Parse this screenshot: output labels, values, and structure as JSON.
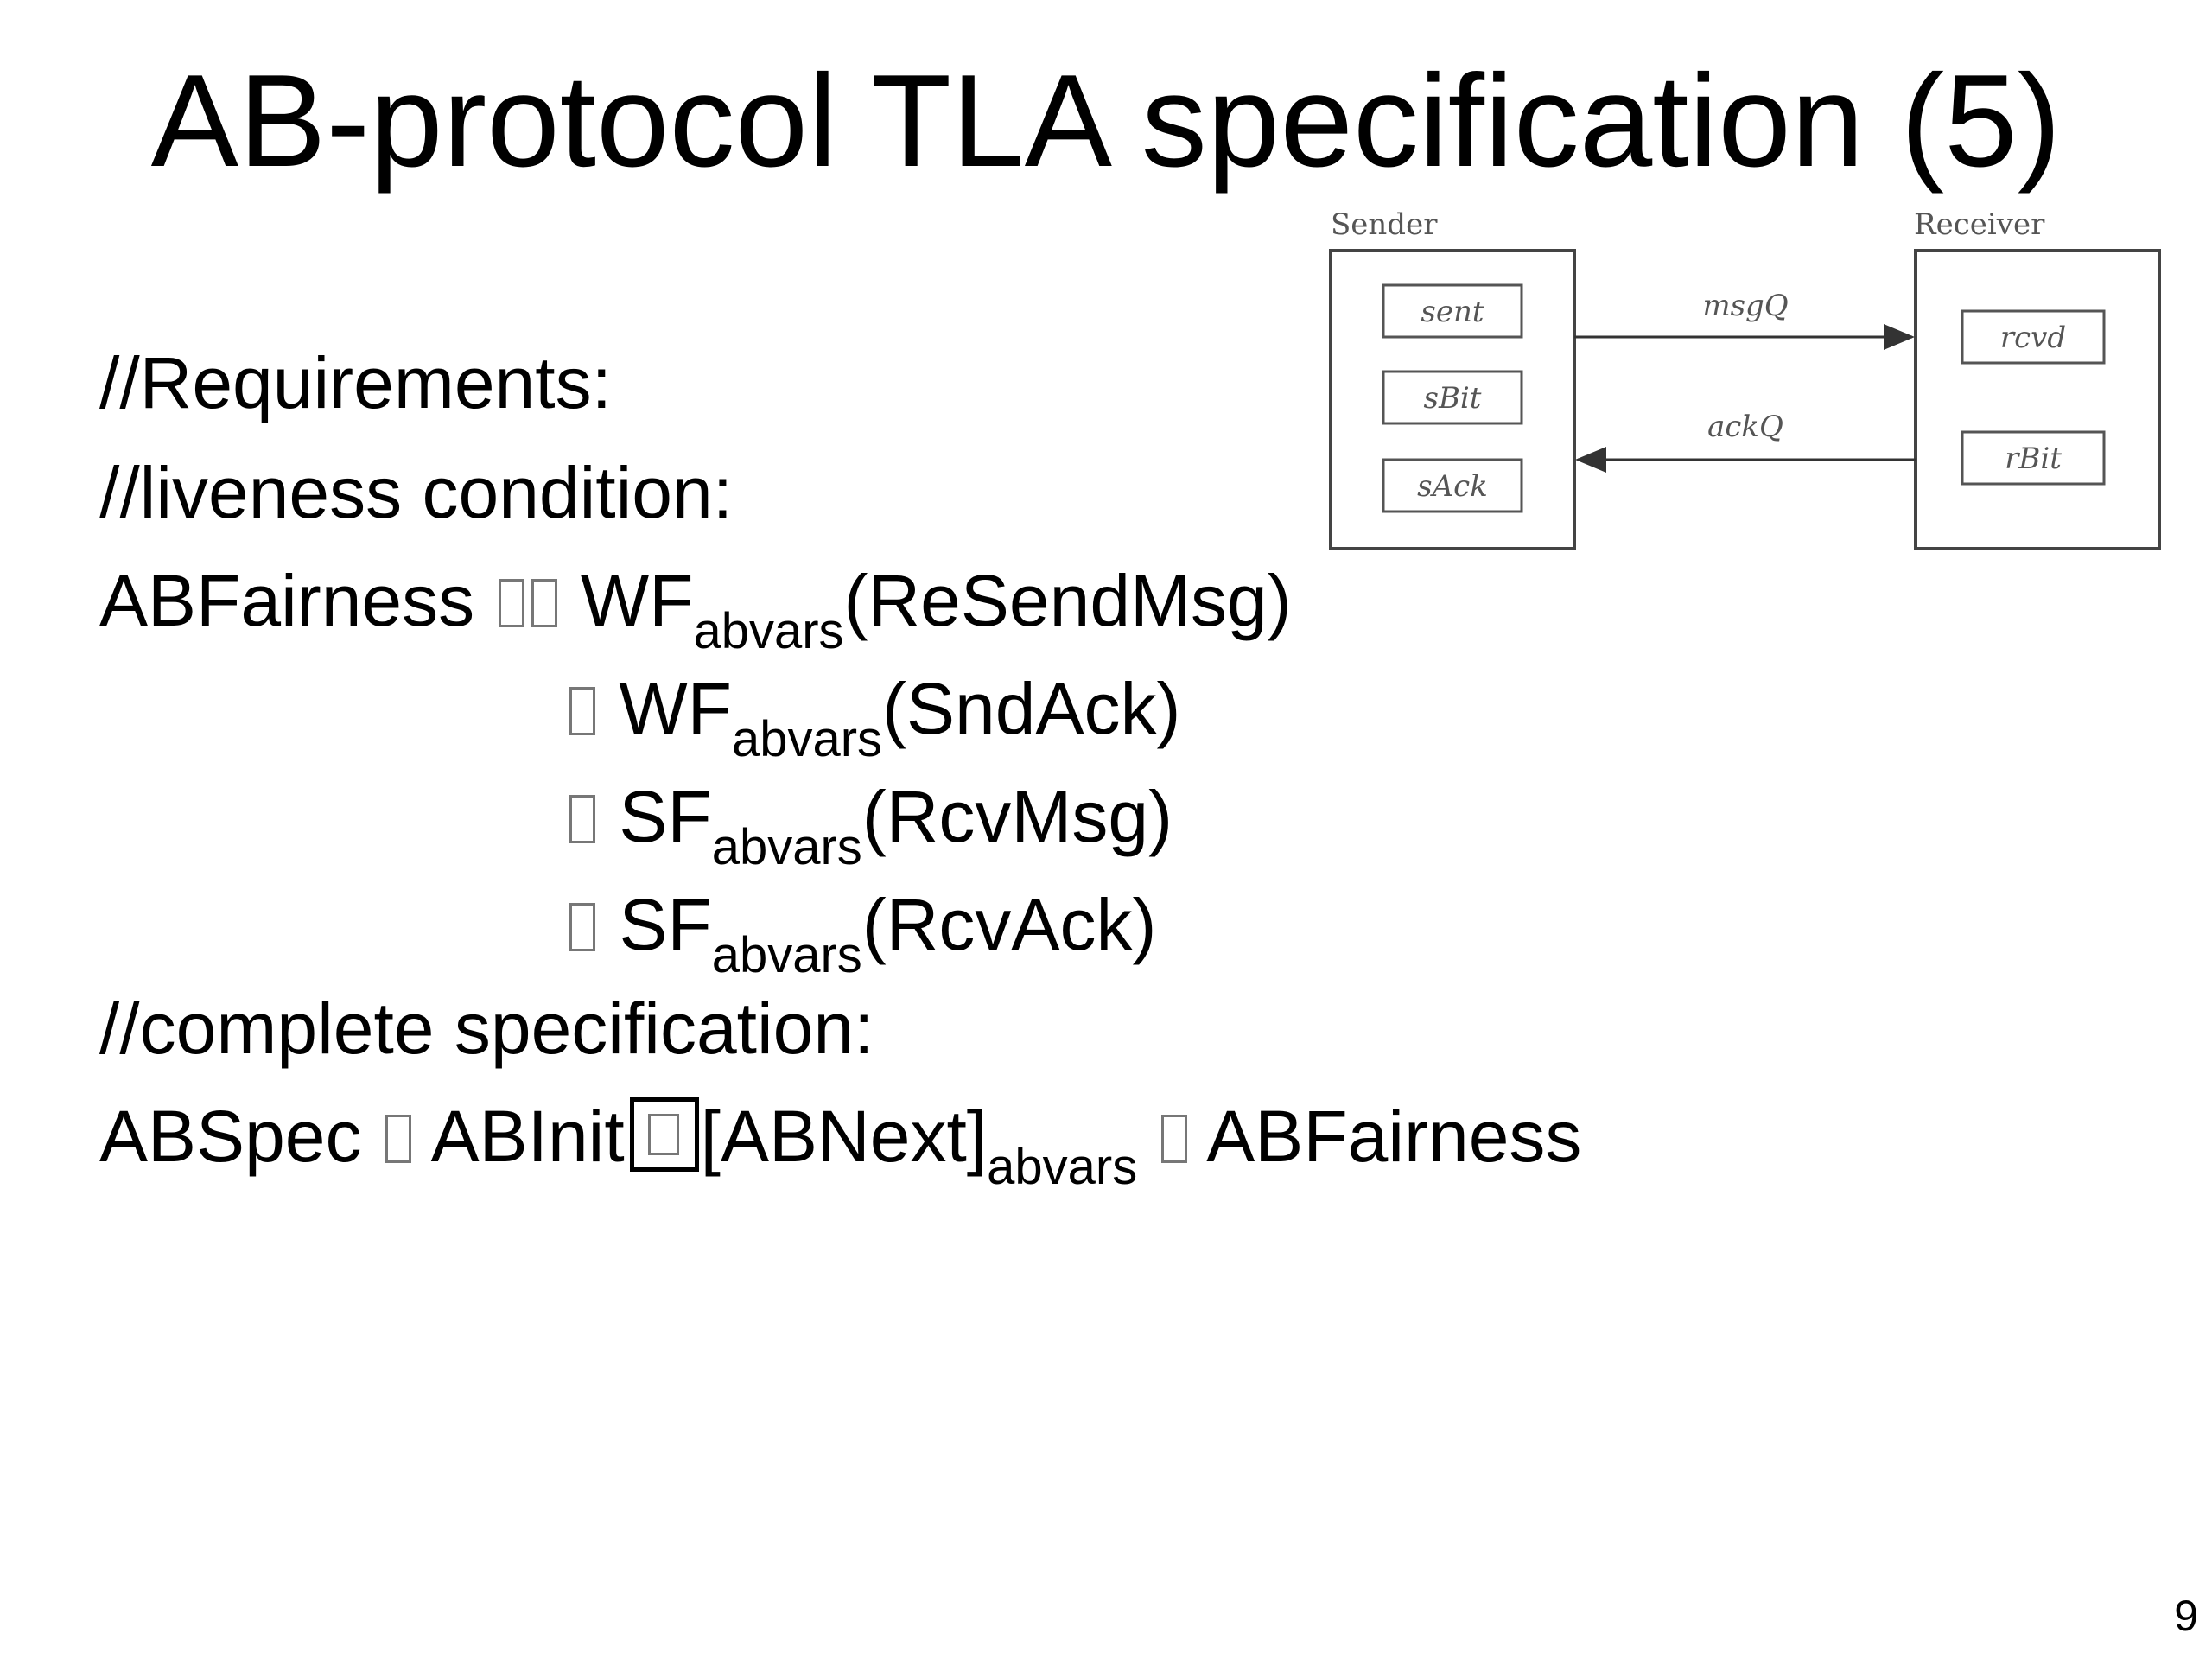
{
  "title": "AB-protocol TLA specification (5)",
  "lines": {
    "requirements": "//Requirements:",
    "liveness": "//liveness condition:",
    "abfairness_name": "ABFairness",
    "wf": "WF",
    "sf": "SF",
    "abvars": "abvars",
    "resendmsg": "(ReSendMsg)",
    "sndack": "(SndAck)",
    "rcvmsg": "(RcvMsg)",
    "rcvack": "(RcvAck)",
    "complete": "//complete specification:",
    "abspec_name": "ABSpec",
    "abinit": "ABInit",
    "abnext": "[ABNext]",
    "abfairness_ref": "ABFairness"
  },
  "diagram": {
    "sender_label": "Sender",
    "receiver_label": "Receiver",
    "sender_vars": [
      "sent",
      "sBit",
      "sAck"
    ],
    "receiver_vars": [
      "rcvd",
      "rBit"
    ],
    "channel_msg": "msgQ",
    "channel_ack": "ackQ"
  },
  "page_number": "9"
}
